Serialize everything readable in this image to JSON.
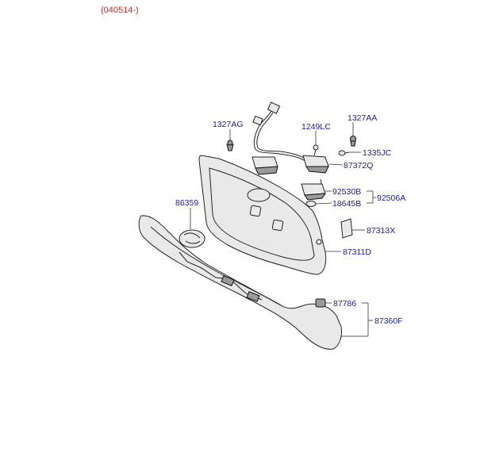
{
  "header": {
    "date_code": "(040514-)"
  },
  "labels": {
    "p1327AG": "1327AG",
    "p1249LC": "1249LC",
    "p1327AA": "1327AA",
    "p1335JC": "1335JC",
    "p87372Q": "87372Q",
    "p92530B": "92530B",
    "p92506A": "92506A",
    "p18645B": "18645B",
    "p86359": "86359",
    "p87313X": "87313X",
    "p87311D": "87311D",
    "p87786": "87786",
    "p87360F": "87360F"
  },
  "colors": {
    "label": "#1a1aa6",
    "date": "#e0201a"
  }
}
